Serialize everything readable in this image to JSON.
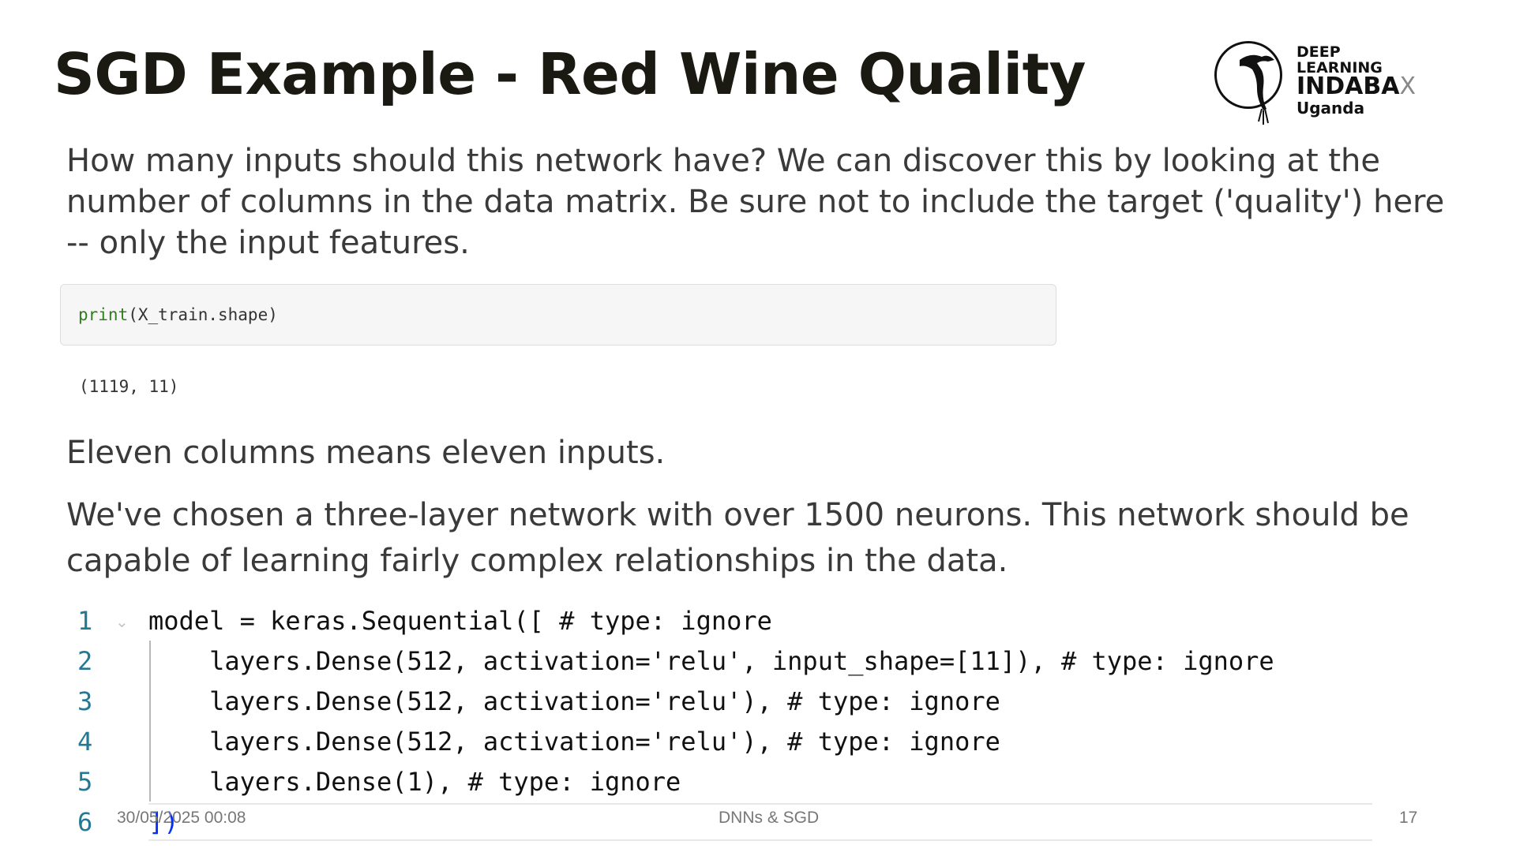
{
  "slide": {
    "title": "SGD Example - Red Wine Quality",
    "paragraph1": "How many inputs should this network have? We can discover this by looking at the number of columns in the data matrix. Be sure not to include the target ('quality') here -- only the input features.",
    "code_cell": {
      "fn": "print",
      "args": "(X_train.shape)"
    },
    "output": "(1119, 11)",
    "paragraph2": "Eleven columns means eleven inputs.",
    "paragraph3": "We've chosen a three-layer network with over 1500 neurons. This network should be capable of learning fairly complex relationships in the data."
  },
  "editor": {
    "lines": [
      {
        "num": "1",
        "text": "model = keras.Sequential([ # type: ignore"
      },
      {
        "num": "2",
        "text": "    layers.Dense(512, activation='relu', input_shape=[11]), # type: ignore"
      },
      {
        "num": "3",
        "text": "    layers.Dense(512, activation='relu'), # type: ignore"
      },
      {
        "num": "4",
        "text": "    layers.Dense(512, activation='relu'), # type: ignore"
      },
      {
        "num": "5",
        "text": "    layers.Dense(1), # type: ignore"
      },
      {
        "num": "6",
        "text": "])"
      }
    ]
  },
  "footer": {
    "date": "30/05/2025 00:08",
    "center": "DNNs & SGD",
    "page": "17"
  },
  "logo": {
    "line1": "DEEP",
    "line2": "LEARNING",
    "line3": "INDABA",
    "line3_mark": "X",
    "line4": "Uganda"
  }
}
